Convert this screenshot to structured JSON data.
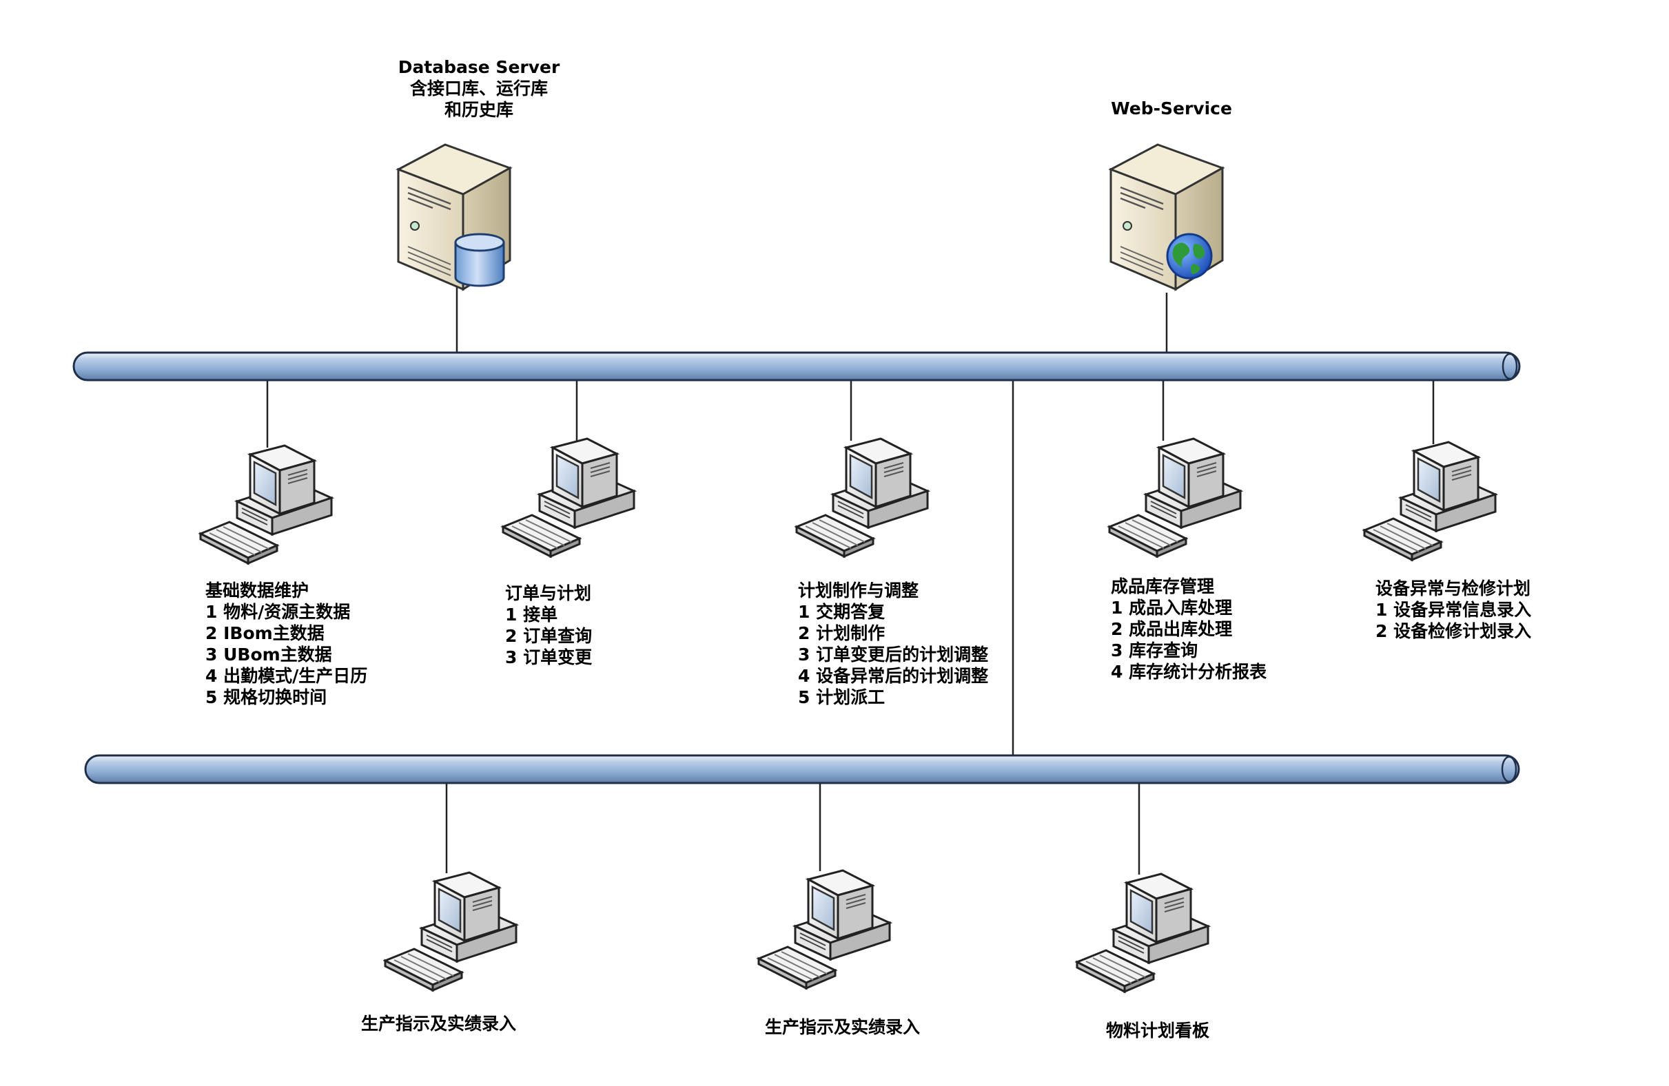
{
  "diagram": {
    "servers": {
      "database": {
        "title": "Database Server",
        "lines": [
          "含接口库、运行库",
          "和历史库"
        ]
      },
      "web": {
        "title": "Web-Service"
      }
    },
    "workstations_upper": [
      {
        "title": "基础数据维护",
        "items": [
          "1 物料/资源主数据",
          "2 IBom主数据",
          "3 UBom主数据",
          "4 出勤模式/生产日历",
          "5 规格切换时间"
        ]
      },
      {
        "title": "订单与计划",
        "items": [
          "1 接单",
          "2 订单查询",
          "3 订单变更"
        ]
      },
      {
        "title": "计划制作与调整",
        "items": [
          "1 交期答复",
          "2 计划制作",
          "3 订单变更后的计划调整",
          "4 设备异常后的计划调整",
          "5 计划派工"
        ]
      },
      {
        "title": "成品库存管理",
        "items": [
          "1 成品入库处理",
          "2 成品出库处理",
          "3 库存查询",
          "4 库存统计分析报表"
        ]
      },
      {
        "title": "设备异常与检修计划",
        "items": [
          "1 设备异常信息录入",
          "2 设备检修计划录入"
        ]
      }
    ],
    "workstations_lower": [
      {
        "title": "生产指示及实绩录入"
      },
      {
        "title": "生产指示及实绩录入"
      },
      {
        "title": "物料计划看板"
      }
    ]
  }
}
